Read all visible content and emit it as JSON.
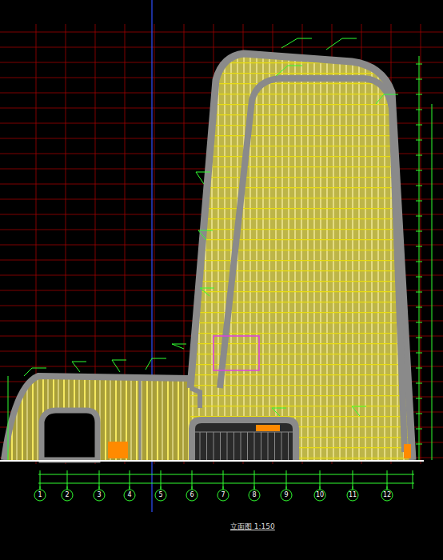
{
  "diagram": {
    "caption": "立面图 1:150",
    "labels": [
      "1",
      "2",
      "3",
      "4",
      "5",
      "6",
      "7",
      "8",
      "9",
      "10",
      "11",
      "12"
    ]
  }
}
